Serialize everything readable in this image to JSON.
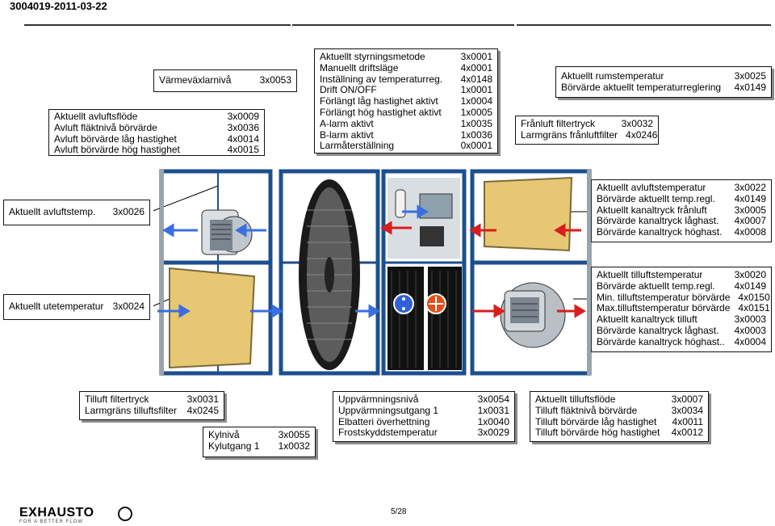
{
  "header": {
    "doc_id": "3004019-2011-03-22"
  },
  "boxes": {
    "varmevaxlare": {
      "rows": [
        {
          "label": "Värmeväxlarnivå",
          "code": "3x0053"
        }
      ]
    },
    "avluftsflode": {
      "rows": [
        {
          "label": "Aktuellt avluftsflöde",
          "code": "3x0009"
        },
        {
          "label": "Avluft fläktnivå börvärde",
          "code": "3x0036"
        },
        {
          "label": "Avluft börvärde låg hastighet",
          "code": "4x0014"
        },
        {
          "label": "Avluft börvärde hög hastighet",
          "code": "4x0015"
        }
      ]
    },
    "styrning": {
      "rows": [
        {
          "label": "Aktuellt styrningsmetode",
          "code": "3x0001"
        },
        {
          "label": "Manuellt driftsläge",
          "code": "4x0001"
        },
        {
          "label": "Inställning av temperaturreg.",
          "code": "4x0148"
        },
        {
          "label": "Drift ON/OFF",
          "code": "1x0001"
        },
        {
          "label": "Förlängt låg hastighet aktivt",
          "code": "1x0004"
        },
        {
          "label": "Förlängt hög hastighet aktivt",
          "code": "1x0005"
        },
        {
          "label": "A-larm aktivt",
          "code": "1x0035"
        },
        {
          "label": "B-larm aktivt",
          "code": "1x0036"
        },
        {
          "label": "Larmåterställning",
          "code": "0x0001"
        }
      ]
    },
    "frånluftfilter": {
      "rows": [
        {
          "label": "Frånluft filtertryck",
          "code": "3x0032"
        },
        {
          "label": "Larmgräns frånluftfilter",
          "code": "4x0246"
        }
      ]
    },
    "rumstemp": {
      "rows": [
        {
          "label": "Aktuellt  rumstemperatur",
          "code": "3x0025"
        },
        {
          "label": "Börvärde aktuellt temperaturreglering",
          "code": "4x0149"
        }
      ]
    },
    "avluftstemp": {
      "rows": [
        {
          "label": "Aktuellt avluftstemp.",
          "code": "3x0026"
        }
      ]
    },
    "utetemp": {
      "rows": [
        {
          "label": "Aktuellt utetemperatur",
          "code": "3x0024"
        }
      ]
    },
    "avluftstemperatur": {
      "rows": [
        {
          "label": "Aktuellt avluftstemperatur",
          "code": "3x0022"
        },
        {
          "label": "Börvärde aktuellt temp.regl.",
          "code": "4x0149"
        },
        {
          "label": "Aktuellt kanaltryck frånluft",
          "code": "3x0005"
        },
        {
          "label": "Börvärde kanaltryck låghast.",
          "code": "4x0007"
        },
        {
          "label": "Börvärde kanaltryck höghast.",
          "code": "4x0008"
        }
      ]
    },
    "tilluftstemp": {
      "rows": [
        {
          "label": "Aktuellt tilluftstemperatur",
          "code": "3x0020"
        },
        {
          "label": "Börvärde aktuellt temp.regl.",
          "code": "4x0149"
        },
        {
          "label": "Min. tilluftstemperatur börvärde",
          "code": "4x0150"
        },
        {
          "label": "Max.tilluftstemperatur börvärde",
          "code": "4x0151"
        },
        {
          "label": "Aktuellt kanaltryck tilluft",
          "code": "3x0003"
        },
        {
          "label": "Börvärde kanaltryck låghast.",
          "code": "4x0003"
        },
        {
          "label": "Börvärde kanaltryck höghast..",
          "code": "4x0004"
        }
      ]
    },
    "tilluftfilter": {
      "rows": [
        {
          "label": "Tilluft filtertryck",
          "code": "3x0031"
        },
        {
          "label": "Larmgräns tilluftsfilter",
          "code": "4x0245"
        }
      ]
    },
    "kyl": {
      "rows": [
        {
          "label": "Kylnivå",
          "code": "3x0055"
        },
        {
          "label": "Kylutgang 1",
          "code": "1x0032"
        }
      ]
    },
    "uppvarmning": {
      "rows": [
        {
          "label": "Uppvärmningsnivå",
          "code": "3x0054"
        },
        {
          "label": "Uppvärmningsutgang 1",
          "code": "1x0031"
        },
        {
          "label": "Elbatteri överhettning",
          "code": "1x0040"
        },
        {
          "label": "Frostskyddstemperatur",
          "code": "3x0029"
        }
      ]
    },
    "tilluftsflode": {
      "rows": [
        {
          "label": "Aktuellt tilluftsflöde",
          "code": "3x0007"
        },
        {
          "label": "Tilluft fläktnivå börvärde",
          "code": "3x0034"
        },
        {
          "label": "Tilluft börvärde låg hastighet",
          "code": "4x0011"
        },
        {
          "label": "Tilluft börvärde hög hastighet",
          "code": "4x0012"
        }
      ]
    }
  },
  "footer": {
    "brand": "EXHAUSTO",
    "tagline": "FOR A BETTER FLOW",
    "page": "5/28"
  },
  "colors": {
    "frame": "#1d4f8f",
    "filter": "#e7c773",
    "arrow_out": "#3a6fe0",
    "arrow_in": "#d81e1e",
    "heater": "#e3501c"
  }
}
